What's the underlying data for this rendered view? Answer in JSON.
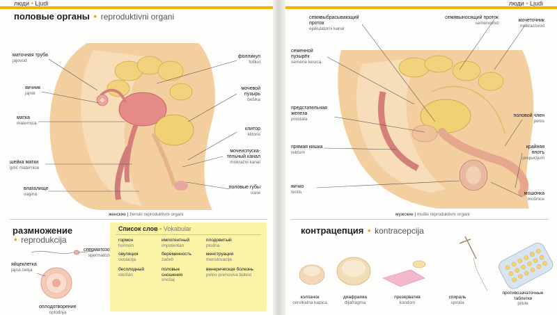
{
  "left_page": {
    "running_head": {
      "ru": "люди",
      "sep": "•",
      "tr": "Ljudi"
    },
    "title": {
      "ru": "половые органы",
      "dot": "•",
      "tr": "reproduktivni organi"
    },
    "female_labels": [
      {
        "ru": "маточная труба",
        "tr": "jajovod"
      },
      {
        "ru": "яичник",
        "tr": "jajnik"
      },
      {
        "ru": "матка",
        "tr": "maternica"
      },
      {
        "ru": "шейка матки",
        "tr": "grlić maternice"
      },
      {
        "ru": "влагалище",
        "tr": "vagina"
      },
      {
        "ru": "фолликул",
        "tr": "folikul"
      },
      {
        "ru": "мочевой пузырь",
        "tr": "bešika"
      },
      {
        "ru": "клитор",
        "tr": "klitoris"
      },
      {
        "ru": "мочеиспуска-тельный канал",
        "tr": "mokraćni kanal"
      },
      {
        "ru": "половые губы",
        "tr": "usne"
      }
    ],
    "female_caption": {
      "ru": "женские",
      "tr": "ženski reproduktivni organi"
    },
    "reproduction": {
      "ru": "размножение",
      "dot": "•",
      "tr": "reprodukcija"
    },
    "repro_labels": [
      {
        "ru": "сперматозоид",
        "tr": "spermatozoid"
      },
      {
        "ru": "яйцеклетка",
        "tr": "jajna ćelija"
      },
      {
        "ru": "оплодотворение",
        "tr": "oplodnja"
      }
    ],
    "vocabulary": {
      "title": {
        "ru": "Список слов",
        "dot": "•",
        "tr": "Vokabular"
      },
      "words": [
        {
          "ru": "гормон",
          "tr": "hormon"
        },
        {
          "ru": "импотентный",
          "tr": "impotentan"
        },
        {
          "ru": "плодовитый",
          "tr": "plodna"
        },
        {
          "ru": "овуляция",
          "tr": "ovulacija"
        },
        {
          "ru": "беременность",
          "tr": "začeti"
        },
        {
          "ru": "менструация",
          "tr": "menstruacija"
        },
        {
          "ru": "бесплодный",
          "tr": "sterilan"
        },
        {
          "ru": "половые сношения",
          "tr": "snošaj"
        },
        {
          "ru": "венерическая болезнь",
          "tr": "polno prenosiva bolest"
        }
      ]
    }
  },
  "right_page": {
    "running_head": {
      "ru": "люди",
      "sep": "•",
      "tr": "Ljudi"
    },
    "male_labels": [
      {
        "ru": "семенной пузырёк",
        "tr": "semene kesica"
      },
      {
        "ru": "семявыбрасывающий проток",
        "tr": "ejakulatorni kanal"
      },
      {
        "ru": "семявыносящий проток",
        "tr": "semenovod"
      },
      {
        "ru": "мочеточник",
        "tr": "mokraćovod"
      },
      {
        "ru": "предстательная железа",
        "tr": "prostata"
      },
      {
        "ru": "прямая кишка",
        "tr": "rektum"
      },
      {
        "ru": "яичко",
        "tr": "testis"
      },
      {
        "ru": "половой член",
        "tr": "penis"
      },
      {
        "ru": "крайняя плоть",
        "tr": "prepucijum"
      },
      {
        "ru": "мошонка",
        "tr": "mošnice"
      }
    ],
    "male_caption": {
      "ru": "мужские",
      "tr": "muški reproduktivni organi"
    },
    "contraception": {
      "ru": "контрацепция",
      "dot": "•",
      "tr": "kontracepcija"
    },
    "contraception_items": [
      {
        "ru": "колпачок",
        "tr": "cervikalna kapica"
      },
      {
        "ru": "диафрагма",
        "tr": "dijafragma"
      },
      {
        "ru": "презерватив",
        "tr": "kondom"
      },
      {
        "ru": "спираль",
        "tr": "spirala"
      },
      {
        "ru": "противозачаточные таблетки",
        "tr": "pilule"
      }
    ]
  },
  "colors": {
    "accent_yellow": "#f0b400",
    "vocab_bg": "#fbf3a6",
    "skin": "#f3cfa0",
    "organ_pink": "#e58a86",
    "organ_yellow": "#f0d275"
  }
}
